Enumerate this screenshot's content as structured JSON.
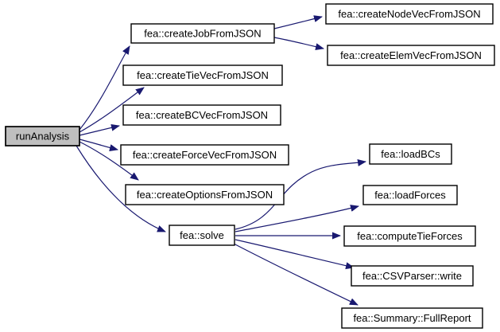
{
  "graph": {
    "type": "call-graph",
    "root": "runAnalysis",
    "nodes": {
      "runAnalysis": {
        "label": "runAnalysis"
      },
      "createJobFromJSON": {
        "label": "fea::createJobFromJSON"
      },
      "createTieVecFromJSON": {
        "label": "fea::createTieVecFromJSON"
      },
      "createBCVecFromJSON": {
        "label": "fea::createBCVecFromJSON"
      },
      "createForceVecFromJSON": {
        "label": "fea::createForceVecFromJSON"
      },
      "createOptionsFromJSON": {
        "label": "fea::createOptionsFromJSON"
      },
      "solve": {
        "label": "fea::solve"
      },
      "createNodeVecFromJSON": {
        "label": "fea::createNodeVecFromJSON"
      },
      "createElemVecFromJSON": {
        "label": "fea::createElemVecFromJSON"
      },
      "loadBCs": {
        "label": "fea::loadBCs"
      },
      "loadForces": {
        "label": "fea::loadForces"
      },
      "computeTieForces": {
        "label": "fea::computeTieForces"
      },
      "csvParserWrite": {
        "label": "fea::CSVParser::write"
      },
      "summaryFullReport": {
        "label": "fea::Summary::FullReport"
      }
    },
    "edges": [
      {
        "from": "runAnalysis",
        "to": "createJobFromJSON"
      },
      {
        "from": "runAnalysis",
        "to": "createTieVecFromJSON"
      },
      {
        "from": "runAnalysis",
        "to": "createBCVecFromJSON"
      },
      {
        "from": "runAnalysis",
        "to": "createForceVecFromJSON"
      },
      {
        "from": "runAnalysis",
        "to": "createOptionsFromJSON"
      },
      {
        "from": "runAnalysis",
        "to": "solve"
      },
      {
        "from": "createJobFromJSON",
        "to": "createNodeVecFromJSON"
      },
      {
        "from": "createJobFromJSON",
        "to": "createElemVecFromJSON"
      },
      {
        "from": "solve",
        "to": "loadBCs"
      },
      {
        "from": "solve",
        "to": "loadForces"
      },
      {
        "from": "solve",
        "to": "computeTieForces"
      },
      {
        "from": "solve",
        "to": "csvParserWrite"
      },
      {
        "from": "solve",
        "to": "summaryFullReport"
      }
    ]
  },
  "colors": {
    "edge": "#191970",
    "node-border": "#000000",
    "node-fill": "#ffffff",
    "root-fill": "#bfbfbf",
    "text": "#000000",
    "background": "#ffffff"
  }
}
